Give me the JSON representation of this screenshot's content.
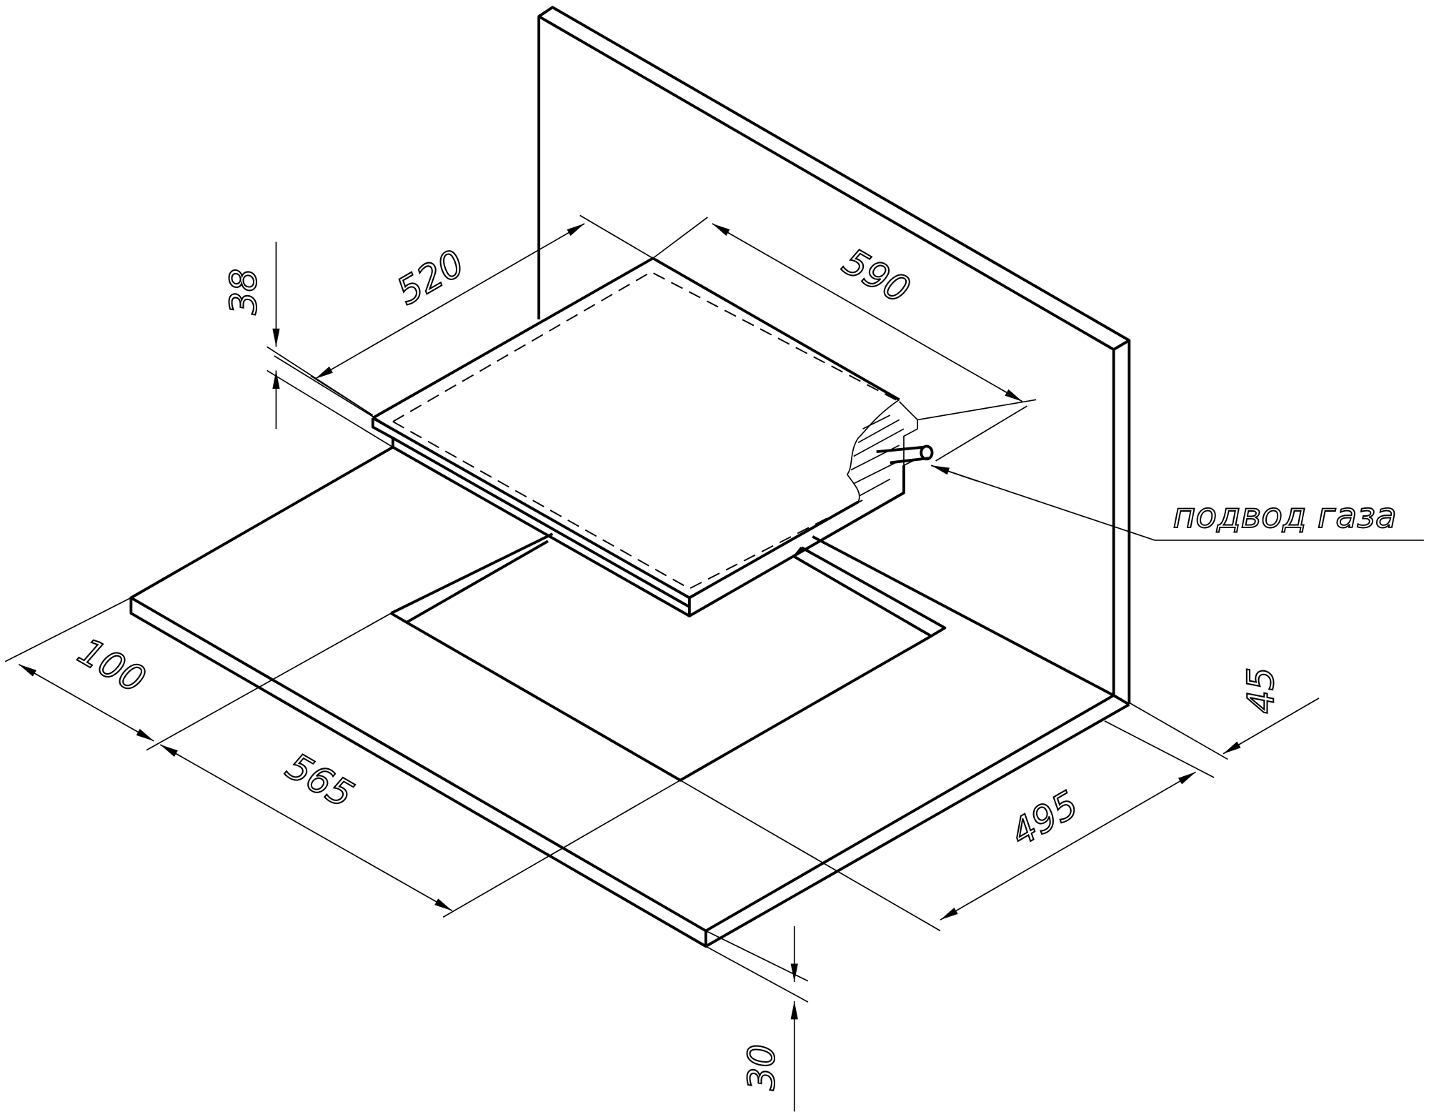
{
  "drawing": {
    "dimensions": {
      "hob_depth": "520",
      "hob_width": "590",
      "hob_height": "38",
      "front_offset": "100",
      "cutout_width": "565",
      "cutout_depth": "495",
      "wall_offset": "45",
      "countertop_thickness": "30"
    },
    "gas_label": "подвод газа",
    "line_color": "#000000",
    "background_color": "#ffffff"
  }
}
